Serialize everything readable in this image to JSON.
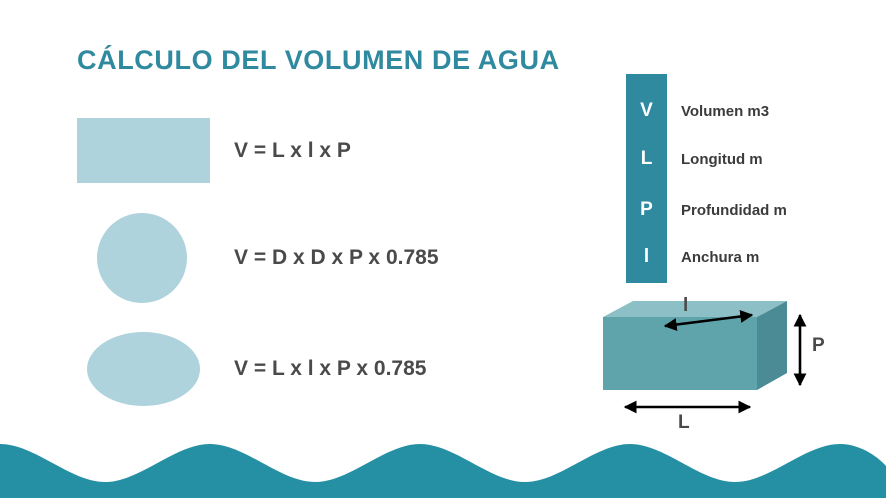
{
  "title": "CÁLCULO DEL VOLUMEN DE AGUA",
  "colors": {
    "title": "#2f8aa0",
    "teal": "#2590a3",
    "shape_fill": "#aed3dd",
    "box_front": "#5fa3ab",
    "box_top": "#8cc0c6",
    "box_side": "#4a8b95",
    "formula_text": "#4a4a4a"
  },
  "shapes": [
    {
      "name": "rectangle",
      "formula": "V = L x l x P"
    },
    {
      "name": "circle",
      "formula": "V = D x D x P x 0.785"
    },
    {
      "name": "ellipse",
      "formula": "V = L x l x P x 0.785"
    }
  ],
  "legend": {
    "items": [
      {
        "symbol": "V",
        "label": "Volumen m3"
      },
      {
        "symbol": "L",
        "label": "Longitud m"
      },
      {
        "symbol": "P",
        "label": "Profundidad m"
      },
      {
        "symbol": "l",
        "label": "Anchura m"
      }
    ]
  },
  "box_diagram": {
    "width_label": "l",
    "depth_label": "P",
    "length_label": "L"
  }
}
